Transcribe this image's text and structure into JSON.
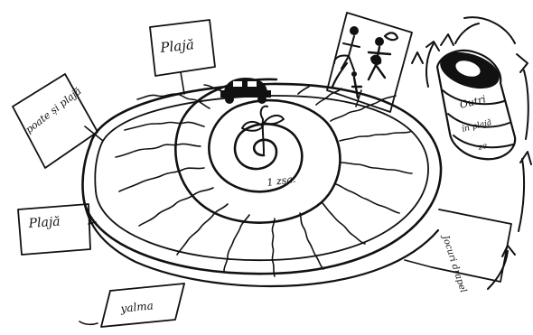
{
  "signs": {
    "top": "Plajă",
    "left_upper": "poate și plajă",
    "left_lower": "Plajă",
    "right_lower": "Jocuri drapel",
    "bottom": "yalma"
  },
  "center_label": "1 zsa.",
  "barrel": {
    "line1": "Outri",
    "line2": "în plajă",
    "line3": "ze"
  }
}
